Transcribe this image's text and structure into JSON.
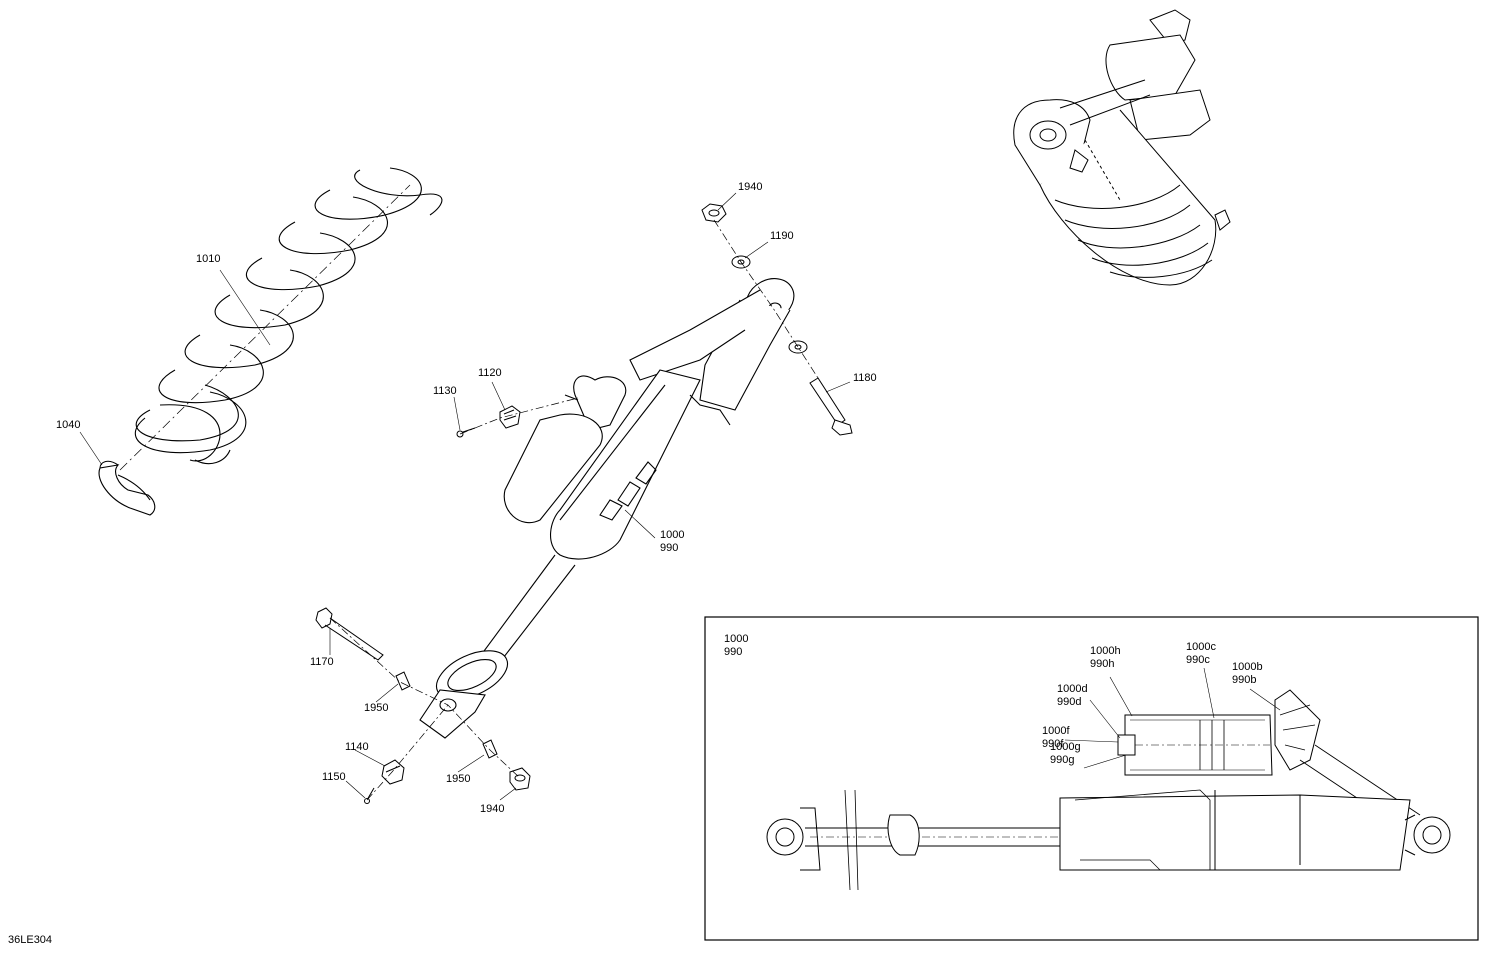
{
  "diagram": {
    "reference_code": "36LE304",
    "labels": {
      "l1010": "1010",
      "l1040": "1040",
      "l1940a": "1940",
      "l1190": "1190",
      "l1180": "1180",
      "l1120": "1120",
      "l1130": "1130",
      "l1000a": "1000",
      "l990a": "990",
      "l1170": "1170",
      "l1950a": "1950",
      "l1140": "1140",
      "l1150": "1150",
      "l1950b": "1950",
      "l1940b": "1940"
    },
    "inset": {
      "l1000": "1000",
      "l990": "990",
      "l1000h": "1000h",
      "l990h": "990h",
      "l1000c": "1000c",
      "l990c": "990c",
      "l1000b": "1000b",
      "l990b": "990b",
      "l1000d": "1000d",
      "l990d": "990d",
      "l1000f": "1000f",
      "l990f": "990f",
      "l1000g": "1000g",
      "l990g": "990g"
    }
  }
}
